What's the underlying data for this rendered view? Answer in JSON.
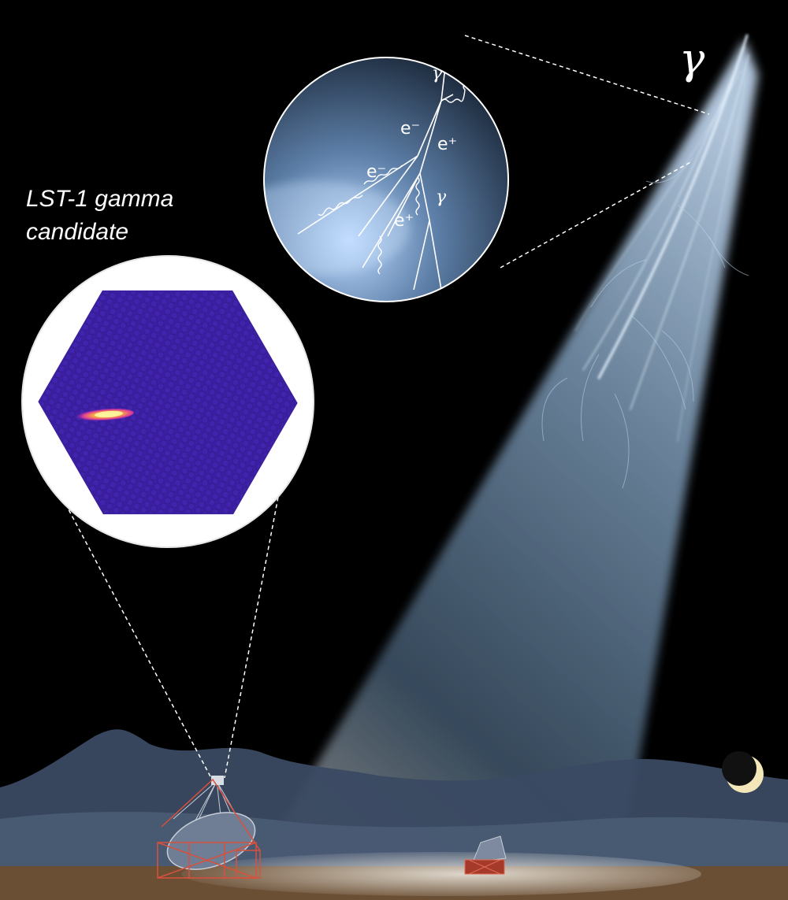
{
  "caption": {
    "line1": "LST-1 gamma",
    "line2": "candidate"
  },
  "primary_particle": "γ",
  "shower_inset_labels": {
    "gamma_top": "γ",
    "electron_1": "e⁻",
    "positron_1": "e⁺",
    "electron_2": "e⁻",
    "gamma_mid": "γ",
    "positron_2": "e⁺"
  },
  "colors": {
    "sky": "#000000",
    "beam": "#9ec3e6",
    "mountains": "#3a4a62",
    "ground": "#6b4f35",
    "camera_background": "#3b1fa0",
    "camera_hot": "#ffe14a",
    "telescope_frame": "#c0392b"
  }
}
